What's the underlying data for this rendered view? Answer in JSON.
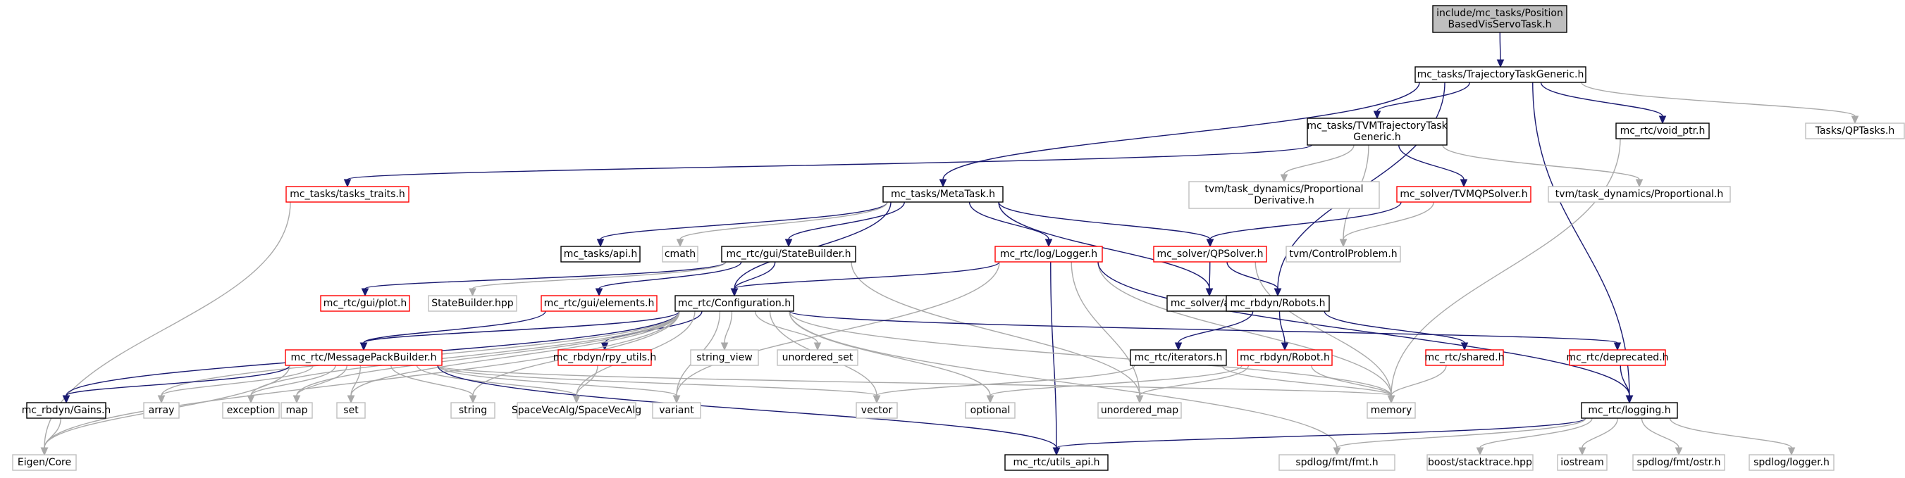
{
  "nodes": [
    {
      "id": "root",
      "kind": "root",
      "lines": [
        "include/mc_tasks/Position",
        "BasedVisServoTask.h"
      ]
    },
    {
      "id": "traj",
      "kind": "black",
      "lines": [
        "mc_tasks/TrajectoryTaskGeneric.h"
      ]
    },
    {
      "id": "tvmtraj",
      "kind": "black",
      "lines": [
        "mc_tasks/TVMTrajectoryTask",
        "Generic.h"
      ]
    },
    {
      "id": "voidptr",
      "kind": "black",
      "lines": [
        "mc_rtc/void_ptr.h"
      ]
    },
    {
      "id": "qptasks",
      "kind": "gray",
      "lines": [
        "Tasks/QPTasks.h"
      ]
    },
    {
      "id": "traits",
      "kind": "red",
      "lines": [
        "mc_tasks/tasks_traits.h"
      ]
    },
    {
      "id": "metatask",
      "kind": "black",
      "lines": [
        "mc_tasks/MetaTask.h"
      ]
    },
    {
      "id": "tvmpd",
      "kind": "gray",
      "lines": [
        "tvm/task_dynamics/Proportional",
        "Derivative.h"
      ]
    },
    {
      "id": "tvmqp",
      "kind": "red",
      "lines": [
        "mc_solver/TVMQPSolver.h"
      ]
    },
    {
      "id": "tvmprop",
      "kind": "gray",
      "lines": [
        "tvm/task_dynamics/Proportional.h"
      ]
    },
    {
      "id": "tasksapi",
      "kind": "black",
      "lines": [
        "mc_tasks/api.h"
      ]
    },
    {
      "id": "cmath",
      "kind": "gray",
      "lines": [
        "cmath"
      ]
    },
    {
      "id": "statebuilder",
      "kind": "black",
      "lines": [
        "mc_rtc/gui/StateBuilder.h"
      ]
    },
    {
      "id": "logger",
      "kind": "red",
      "lines": [
        "mc_rtc/log/Logger.h"
      ]
    },
    {
      "id": "qpsolver",
      "kind": "red",
      "lines": [
        "mc_solver/QPSolver.h"
      ]
    },
    {
      "id": "ctrlprob",
      "kind": "gray",
      "lines": [
        "tvm/ControlProblem.h"
      ]
    },
    {
      "id": "plot",
      "kind": "red",
      "lines": [
        "mc_rtc/gui/plot.h"
      ]
    },
    {
      "id": "sbhpp",
      "kind": "gray",
      "lines": [
        "StateBuilder.hpp"
      ]
    },
    {
      "id": "elements",
      "kind": "red",
      "lines": [
        "mc_rtc/gui/elements.h"
      ]
    },
    {
      "id": "config",
      "kind": "black",
      "lines": [
        "mc_rtc/Configuration.h"
      ]
    },
    {
      "id": "solverapi",
      "kind": "black",
      "lines": [
        "mc_solver/api.h"
      ]
    },
    {
      "id": "robots",
      "kind": "black",
      "lines": [
        "mc_rbdyn/Robots.h"
      ]
    },
    {
      "id": "mpb",
      "kind": "red",
      "lines": [
        "mc_rtc/MessagePackBuilder.h"
      ]
    },
    {
      "id": "rpy",
      "kind": "red",
      "lines": [
        "mc_rbdyn/rpy_utils.h"
      ]
    },
    {
      "id": "strview",
      "kind": "gray",
      "lines": [
        "string_view"
      ]
    },
    {
      "id": "uset",
      "kind": "gray",
      "lines": [
        "unordered_set"
      ]
    },
    {
      "id": "iter",
      "kind": "black",
      "lines": [
        "mc_rtc/iterators.h"
      ]
    },
    {
      "id": "robot",
      "kind": "red",
      "lines": [
        "mc_rbdyn/Robot.h"
      ]
    },
    {
      "id": "shared",
      "kind": "red",
      "lines": [
        "mc_rtc/shared.h"
      ]
    },
    {
      "id": "deprecated",
      "kind": "red",
      "lines": [
        "mc_rtc/deprecated.h"
      ]
    },
    {
      "id": "gains",
      "kind": "black",
      "lines": [
        "mc_rbdyn/Gains.h"
      ]
    },
    {
      "id": "array",
      "kind": "gray",
      "lines": [
        "array"
      ]
    },
    {
      "id": "exception",
      "kind": "gray",
      "lines": [
        "exception"
      ]
    },
    {
      "id": "map",
      "kind": "gray",
      "lines": [
        "map"
      ]
    },
    {
      "id": "set",
      "kind": "gray",
      "lines": [
        "set"
      ]
    },
    {
      "id": "string",
      "kind": "gray",
      "lines": [
        "string"
      ]
    },
    {
      "id": "sva",
      "kind": "gray",
      "lines": [
        "SpaceVecAlg/SpaceVecAlg"
      ]
    },
    {
      "id": "variant",
      "kind": "gray",
      "lines": [
        "variant"
      ]
    },
    {
      "id": "vector",
      "kind": "gray",
      "lines": [
        "vector"
      ]
    },
    {
      "id": "optional",
      "kind": "gray",
      "lines": [
        "optional"
      ]
    },
    {
      "id": "umap",
      "kind": "gray",
      "lines": [
        "unordered_map"
      ]
    },
    {
      "id": "memory",
      "kind": "gray",
      "lines": [
        "memory"
      ]
    },
    {
      "id": "logging",
      "kind": "black",
      "lines": [
        "mc_rtc/logging.h"
      ]
    },
    {
      "id": "eigen",
      "kind": "gray",
      "lines": [
        "Eigen/Core"
      ]
    },
    {
      "id": "utilsapi",
      "kind": "black",
      "lines": [
        "mc_rtc/utils_api.h"
      ]
    },
    {
      "id": "fmt",
      "kind": "gray",
      "lines": [
        "spdlog/fmt/fmt.h"
      ]
    },
    {
      "id": "stacktrace",
      "kind": "gray",
      "lines": [
        "boost/stacktrace.hpp"
      ]
    },
    {
      "id": "iostream",
      "kind": "gray",
      "lines": [
        "iostream"
      ]
    },
    {
      "id": "ostr",
      "kind": "gray",
      "lines": [
        "spdlog/fmt/ostr.h"
      ]
    },
    {
      "id": "spdlogger",
      "kind": "gray",
      "lines": [
        "spdlog/logger.h"
      ]
    }
  ],
  "edges": [
    [
      "root",
      "traj"
    ],
    [
      "traj",
      "tvmtraj"
    ],
    [
      "traj",
      "voidptr"
    ],
    [
      "traj",
      "qptasks"
    ],
    [
      "traj",
      "metatask"
    ],
    [
      "traj",
      "robots"
    ],
    [
      "traj",
      "logging"
    ],
    [
      "tvmtraj",
      "traits"
    ],
    [
      "tvmtraj",
      "tvmpd"
    ],
    [
      "tvmtraj",
      "tvmqp"
    ],
    [
      "tvmtraj",
      "tvmprop"
    ],
    [
      "tvmtraj",
      "ctrlprob"
    ],
    [
      "voidptr",
      "memory"
    ],
    [
      "traits",
      "eigen"
    ],
    [
      "metatask",
      "tasksapi"
    ],
    [
      "metatask",
      "cmath"
    ],
    [
      "metatask",
      "statebuilder"
    ],
    [
      "metatask",
      "logger"
    ],
    [
      "metatask",
      "qpsolver"
    ],
    [
      "metatask",
      "config"
    ],
    [
      "metatask",
      "solverapi"
    ],
    [
      "tvmqp",
      "qpsolver"
    ],
    [
      "tvmqp",
      "ctrlprob"
    ],
    [
      "statebuilder",
      "plot"
    ],
    [
      "statebuilder",
      "sbhpp"
    ],
    [
      "statebuilder",
      "elements"
    ],
    [
      "statebuilder",
      "config"
    ],
    [
      "statebuilder",
      "umap"
    ],
    [
      "logger",
      "config"
    ],
    [
      "logger",
      "variant"
    ],
    [
      "logger",
      "umap"
    ],
    [
      "logger",
      "utilsapi"
    ],
    [
      "logger",
      "memory"
    ],
    [
      "logger",
      "logging"
    ],
    [
      "qpsolver",
      "solverapi"
    ],
    [
      "qpsolver",
      "robots"
    ],
    [
      "qpsolver",
      "memory"
    ],
    [
      "elements",
      "mpb"
    ],
    [
      "config",
      "mpb"
    ],
    [
      "config",
      "rpy"
    ],
    [
      "config",
      "strview"
    ],
    [
      "config",
      "uset"
    ],
    [
      "config",
      "gains"
    ],
    [
      "config",
      "array"
    ],
    [
      "config",
      "exception"
    ],
    [
      "config",
      "map"
    ],
    [
      "config",
      "set"
    ],
    [
      "config",
      "string"
    ],
    [
      "config",
      "sva"
    ],
    [
      "config",
      "variant"
    ],
    [
      "config",
      "vector"
    ],
    [
      "config",
      "optional"
    ],
    [
      "config",
      "memory"
    ],
    [
      "config",
      "deprecated"
    ],
    [
      "config",
      "eigen"
    ],
    [
      "config",
      "fmt"
    ],
    [
      "robots",
      "iter"
    ],
    [
      "robots",
      "robot"
    ],
    [
      "robots",
      "shared"
    ],
    [
      "mpb",
      "gains"
    ],
    [
      "mpb",
      "array"
    ],
    [
      "mpb",
      "exception"
    ],
    [
      "mpb",
      "map"
    ],
    [
      "mpb",
      "set"
    ],
    [
      "mpb",
      "string"
    ],
    [
      "mpb",
      "sva"
    ],
    [
      "mpb",
      "variant"
    ],
    [
      "mpb",
      "vector"
    ],
    [
      "mpb",
      "memory"
    ],
    [
      "mpb",
      "eigen"
    ],
    [
      "mpb",
      "utilsapi"
    ],
    [
      "rpy",
      "sva"
    ],
    [
      "iter",
      "vector"
    ],
    [
      "iter",
      "memory"
    ],
    [
      "robot",
      "optional"
    ],
    [
      "robot",
      "umap"
    ],
    [
      "robot",
      "memory"
    ],
    [
      "shared",
      "memory"
    ],
    [
      "deprecated",
      "logging"
    ],
    [
      "gains",
      "eigen"
    ],
    [
      "logging",
      "utilsapi"
    ],
    [
      "logging",
      "fmt"
    ],
    [
      "logging",
      "stacktrace"
    ],
    [
      "logging",
      "iostream"
    ],
    [
      "logging",
      "ostr"
    ],
    [
      "logging",
      "spdlogger"
    ]
  ]
}
